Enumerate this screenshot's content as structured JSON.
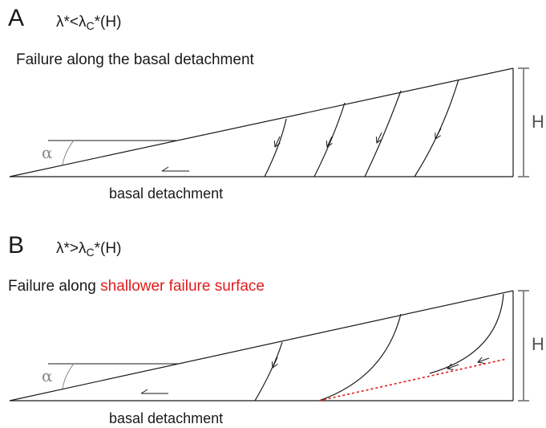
{
  "panel_a": {
    "letter": "A",
    "condition": {
      "lambda_star": "λ*",
      "relation": "<",
      "lambda_c": "λ",
      "subscript": "C",
      "suffix": "*(H)"
    },
    "heading": "Failure along the basal detachment",
    "angle_label": "α",
    "height_label": "H",
    "base_label": "basal detachment"
  },
  "panel_b": {
    "letter": "B",
    "condition": {
      "lambda_star": "λ*",
      "relation": ">",
      "lambda_c": "λ",
      "subscript": "C",
      "suffix": "*(H)"
    },
    "heading_prefix": "Failure along ",
    "heading_highlight": "shallower failure surface",
    "angle_label": "α",
    "height_label": "H",
    "base_label": "basal detachment"
  },
  "colors": {
    "line": "#1a1a1a",
    "gray": "#8a8a8a",
    "highlight": "#e01b1b"
  }
}
